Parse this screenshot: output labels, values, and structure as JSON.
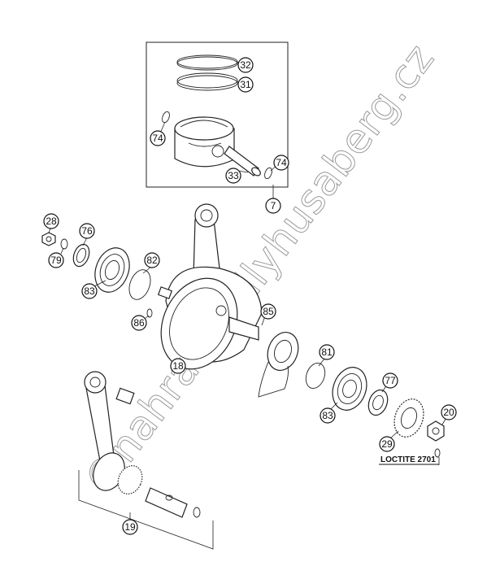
{
  "callouts": [
    {
      "id": "c32",
      "label": "32"
    },
    {
      "id": "c31",
      "label": "31"
    },
    {
      "id": "c74a",
      "label": "74"
    },
    {
      "id": "c74b",
      "label": "74"
    },
    {
      "id": "c33",
      "label": "33"
    },
    {
      "id": "c7",
      "label": "7"
    },
    {
      "id": "c28",
      "label": "28"
    },
    {
      "id": "c76",
      "label": "76"
    },
    {
      "id": "c79",
      "label": "79"
    },
    {
      "id": "c82",
      "label": "82"
    },
    {
      "id": "c83a",
      "label": "83"
    },
    {
      "id": "c86",
      "label": "86"
    },
    {
      "id": "c85",
      "label": "85"
    },
    {
      "id": "c18",
      "label": "18"
    },
    {
      "id": "c81",
      "label": "81"
    },
    {
      "id": "c77",
      "label": "77"
    },
    {
      "id": "c83b",
      "label": "83"
    },
    {
      "id": "c20",
      "label": "20"
    },
    {
      "id": "c29",
      "label": "29"
    },
    {
      "id": "c19",
      "label": "19"
    }
  ],
  "loctite": {
    "label": "LOCTITE 2701"
  },
  "watermark": {
    "text": "©nahradnidilyhusaberg.cz"
  }
}
